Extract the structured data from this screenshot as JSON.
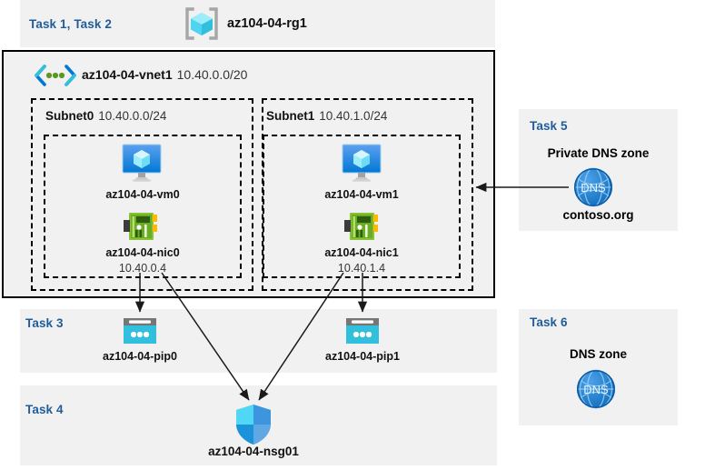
{
  "diagram": {
    "title_bar": {
      "tasks_label": "Task 1, Task 2",
      "resource_group_icon": "resource-group-icon",
      "resource_group_name": "az104-04-rg1"
    },
    "vnet": {
      "icon": "virtual-network-icon",
      "name": "az104-04-vnet1",
      "address_space": "10.40.0.0/20",
      "subnets": [
        {
          "name": "Subnet0",
          "cidr": "10.40.0.0/24",
          "vm": {
            "icon": "virtual-machine-icon",
            "name": "az104-04-vm0"
          },
          "nic": {
            "icon": "network-interface-icon",
            "name": "az104-04-nic0",
            "private_ip": "10.40.0.4"
          }
        },
        {
          "name": "Subnet1",
          "cidr": "10.40.1.0/24",
          "vm": {
            "icon": "virtual-machine-icon",
            "name": "az104-04-vm1"
          },
          "nic": {
            "icon": "network-interface-icon",
            "name": "az104-04-nic1",
            "private_ip": "10.40.1.4"
          }
        }
      ]
    },
    "task3": {
      "label": "Task 3",
      "public_ips": [
        {
          "icon": "public-ip-address-icon",
          "name": "az104-04-pip0"
        },
        {
          "icon": "public-ip-address-icon",
          "name": "az104-04-pip1"
        }
      ]
    },
    "task4": {
      "label": "Task 4",
      "nsg": {
        "icon": "network-security-group-icon",
        "name": "az104-04-nsg01"
      }
    },
    "task5": {
      "label": "Task 5",
      "heading": "Private DNS zone",
      "icon": "dns-zone-icon",
      "icon_text": "DNS",
      "zone_name": "contoso.org"
    },
    "task6": {
      "label": "Task 6",
      "heading": "DNS zone",
      "icon": "dns-zone-icon",
      "icon_text": "DNS"
    },
    "colors": {
      "panel_bg": "#f1f1f1",
      "task_label": "#1f5c99",
      "azure_blue": "#0078d4",
      "cyan": "#32bedd",
      "nic_green": "#76bc2d",
      "border": "#000000"
    }
  }
}
